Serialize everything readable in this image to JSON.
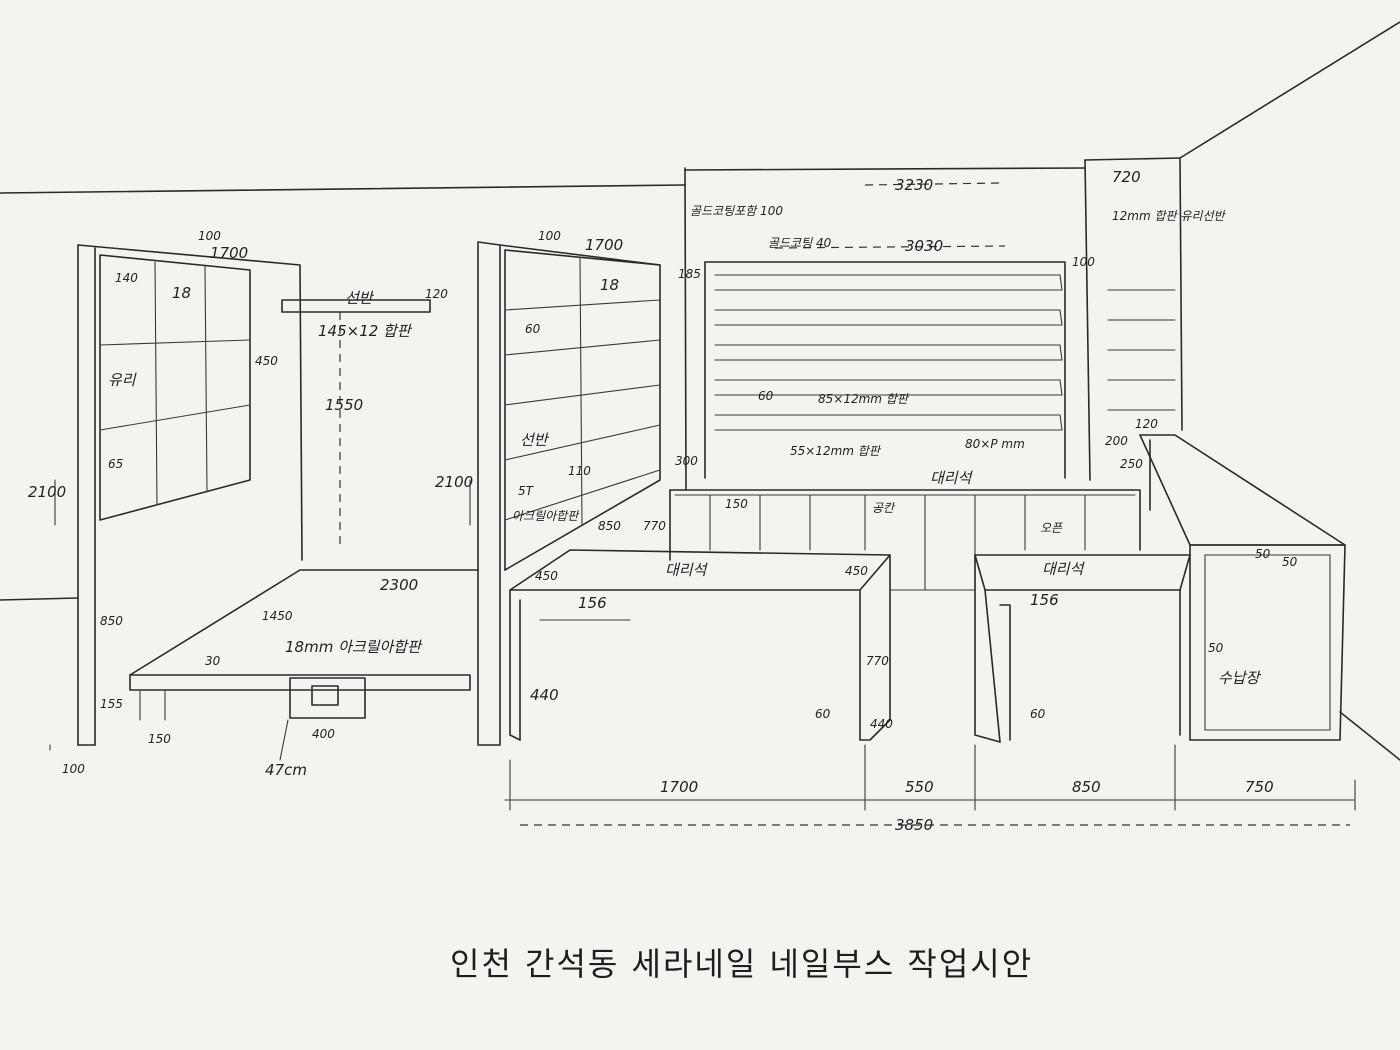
{
  "title": "인천 간석동 세라네일 네일부스 작업시안",
  "labels": {
    "left_top_100": "100",
    "left_width_1700": "1700",
    "left_140": "140",
    "left_18": "18",
    "left_yuri": "유리",
    "left_450": "450",
    "left_65": "65",
    "left_h2100": "2100",
    "left_850": "850",
    "left_155": "155",
    "left_150": "150",
    "left_100b": "100",
    "shelf_name": "선반",
    "shelf_120": "120",
    "shelf_spec": "145×12 합판",
    "h1550": "1550",
    "floor_2300": "2300",
    "floor_1450": "1450",
    "floor_30": "30",
    "floor_plywood": "18mm 아크릴아합판",
    "floor_400": "400",
    "floor_47cm": "47cm",
    "mid_100": "100",
    "mid_width_1700": "1700",
    "mid_18": "18",
    "mid_60": "60",
    "mid_shelf": "선반",
    "mid_57": "5T",
    "mid_acrylic": "아크릴아합판",
    "mid_110": "110",
    "mid_h2100": "2100",
    "mid_850": "850",
    "mid_770": "770",
    "back_gold_100": "골드코팅포함 100",
    "back_3230": "3230",
    "back_gold_40": "골드코팅 40",
    "back_3030": "3030",
    "back_185": "185",
    "back_85_spec": "85×12mm 합판",
    "back_55_spec": "55×12mm 합판",
    "back_80": "80×P mm",
    "back_60": "60",
    "back_300": "300",
    "right_720": "720",
    "right_12mm": "12mm 합판 유리선반",
    "right_100": "100",
    "right_120": "120",
    "right_200": "200",
    "right_250": "250",
    "marble_1": "대리석",
    "marble_2": "대리석",
    "marble_3": "대리석",
    "cab_150": "150",
    "cab_drawer": "공칸",
    "cab_open": "오픈",
    "t1_450": "450",
    "t1_450b": "450",
    "t1_156": "156",
    "t1_770": "770",
    "t1_440": "440",
    "t1_60": "60",
    "t1_440b": "440",
    "t2_156": "156",
    "t2_60": "60",
    "c_50": "50",
    "c_50b": "50",
    "c_50c": "50",
    "c_name": "수납장",
    "dim_1700": "1700",
    "dim_550": "550",
    "dim_850": "850",
    "dim_750": "750",
    "dim_3850": "3850"
  }
}
